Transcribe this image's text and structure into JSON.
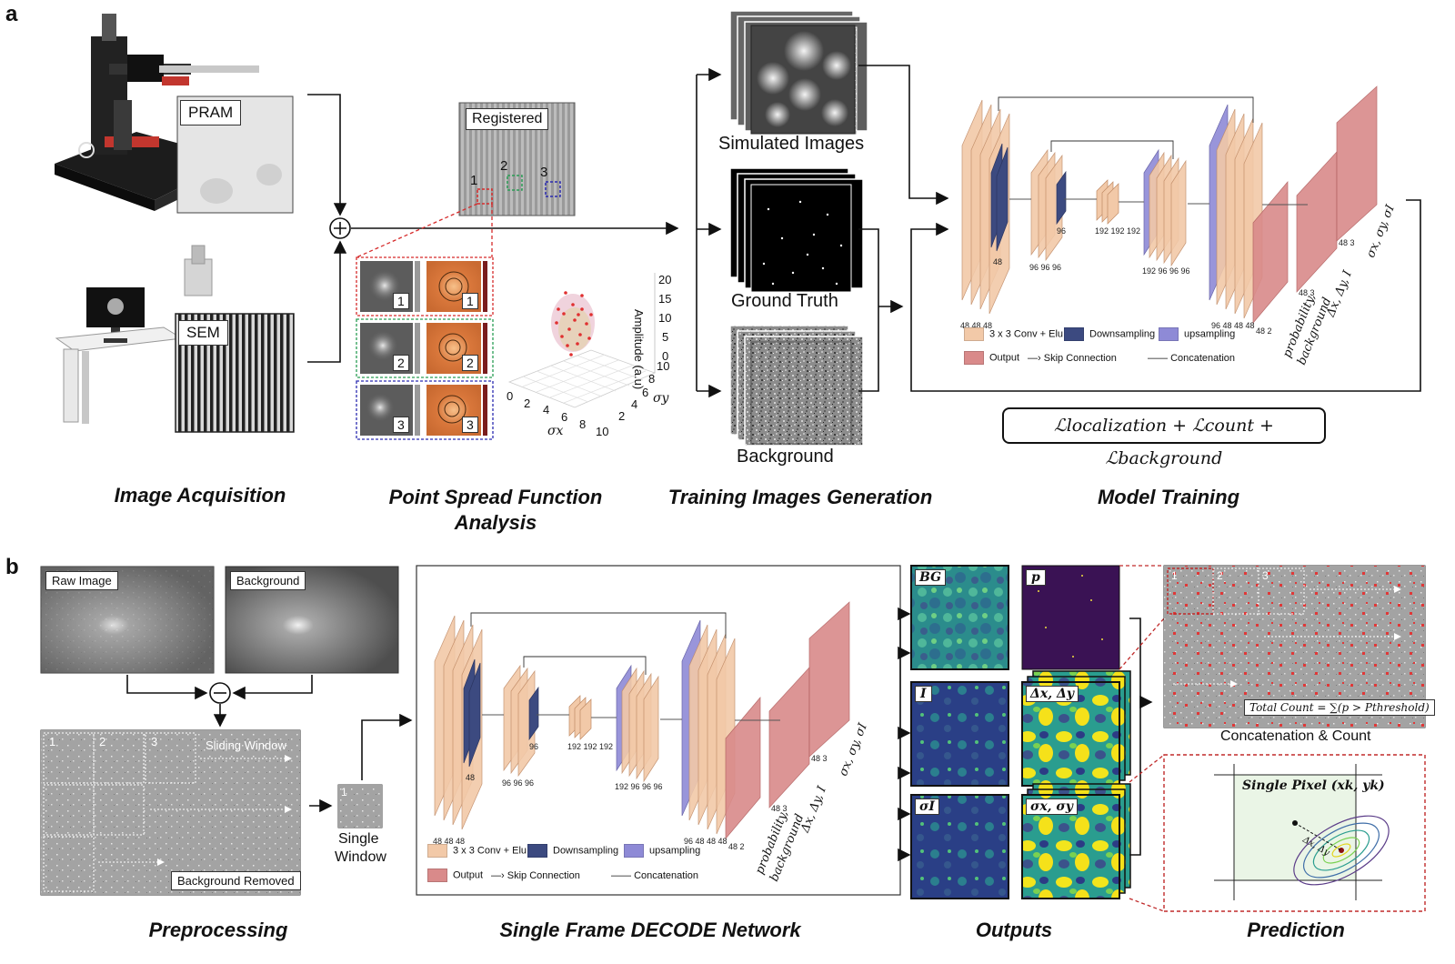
{
  "panels": {
    "a": "a",
    "b": "b"
  },
  "captions": {
    "image_acquisition": "Image Acquisition",
    "psf_analysis_1": "Point Spread Function",
    "psf_analysis_2": "Analysis",
    "training_images": "Training Images Generation",
    "model_training": "Model Training",
    "preprocessing": "Preprocessing",
    "decode_network": "Single Frame DECODE Network",
    "outputs": "Outputs",
    "prediction": "Prediction"
  },
  "acquisition": {
    "pram": "PRAM",
    "sem": "SEM",
    "plus_symbol": "⊕"
  },
  "psf": {
    "registered": "Registered",
    "roi_labels": [
      "1",
      "2",
      "3"
    ],
    "axis_z": "Amplitude (a.u)",
    "z_ticks": [
      "0",
      "5",
      "10",
      "15",
      "20"
    ],
    "x_ticks": [
      "0",
      "2",
      "4",
      "6",
      "8",
      "10"
    ],
    "y_ticks": [
      "2",
      "4",
      "6",
      "8",
      "10"
    ],
    "axis_x": "σx",
    "axis_y": "σy"
  },
  "training": {
    "simulated": "Simulated Images",
    "ground_truth": "Ground Truth",
    "background": "Background"
  },
  "network": {
    "dims": {
      "enc1": "48 48 48",
      "down1": "48",
      "enc2": "96 96 96",
      "down2": "96",
      "bottleneck": "192 192 192",
      "dec1": "192 96 96 96",
      "dec2": "96 48 48 48",
      "out1": "48 2",
      "out2": "48 3",
      "out3": "48 3"
    },
    "out_labels": {
      "prob": "probability,",
      "bg": "background",
      "delta": "Δx, Δy, I",
      "sigma": "σx, σy, σI"
    },
    "legend": {
      "conv": "3 x 3 Conv + Elu",
      "down": "Downsampling",
      "up": "upsampling",
      "output": "Output",
      "skip": "Skip Connection",
      "concat": "Concatenation"
    },
    "colors": {
      "conv": "#f2c9a8",
      "down": "#3c4a80",
      "up": "#8e8ad6",
      "output": "#d98a8a"
    }
  },
  "loss": "ℒlocalization + ℒcount + ℒbackground",
  "preprocess": {
    "raw": "Raw Image",
    "background": "Background",
    "minus_symbol": "⊖",
    "sliding": "Sliding Window",
    "removed": "Background Removed",
    "windows": [
      "1",
      "2",
      "3"
    ],
    "single_num": "1",
    "single_1": "Single",
    "single_2": "Window"
  },
  "outputs": {
    "bg": "BG",
    "p": "p",
    "i": "I",
    "delta": "Δx, Δy",
    "sigma_i": "σI",
    "sigma_xy": "σx, σy"
  },
  "prediction": {
    "windows": [
      "1",
      "2",
      "3"
    ],
    "total_count": "Total Count = ∑(p > Pthreshold)",
    "concat_count": "Concatenation & Count",
    "single_pixel": "Single Pixel (xk, yk)",
    "delta": "Δx, Δy"
  }
}
